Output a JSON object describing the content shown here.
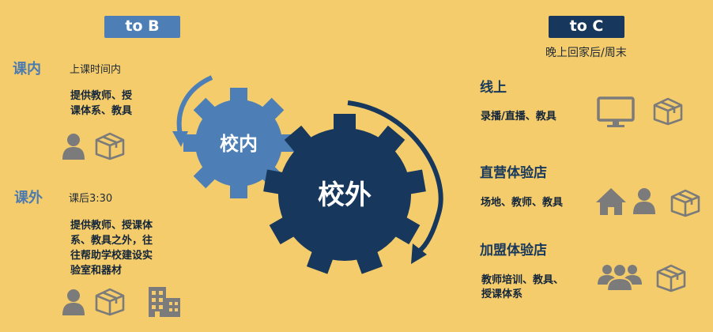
{
  "left": {
    "badge": "to B",
    "in_class": {
      "title": "课内",
      "time": "上课时间内",
      "desc_lines": [
        "提供教师、授",
        "课体系、教具"
      ]
    },
    "after_class": {
      "title": "课外",
      "time": "课后3:30",
      "desc_lines": [
        "提供教师、授课体",
        "系、教具之外，往",
        "往帮助学校建设实",
        "验室和器材"
      ]
    }
  },
  "center": {
    "inner_gear_label": "校内",
    "outer_gear_label": "校外"
  },
  "right": {
    "badge": "to C",
    "subtitle": "晚上回家后/周末",
    "online": {
      "title": "线上",
      "desc": "录播/直播、教具"
    },
    "direct_store": {
      "title": "直营体验店",
      "desc": "场地、教师、教具"
    },
    "franchise_store": {
      "title": "加盟体验店",
      "desc_lines": [
        "教师培训、教具、",
        "授课体系"
      ]
    }
  },
  "colors": {
    "background": "#f5cc6b",
    "light_blue": "#4d7fb6",
    "dark_navy": "#17385c",
    "icon_gray": "#7b7b7b"
  },
  "icons": {
    "person": "person-icon",
    "box": "box-icon",
    "building": "building-icon",
    "monitor": "monitor-icon",
    "house": "house-icon",
    "group": "group-icon"
  }
}
